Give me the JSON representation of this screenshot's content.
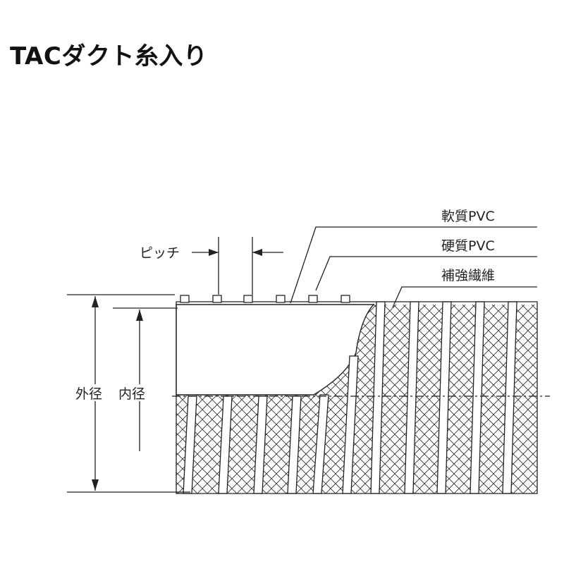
{
  "title": "TACダクト糸入り",
  "labels": {
    "soft_pvc": "軟質PVC",
    "hard_pvc": "硬質PVC",
    "fiber": "補強繊維",
    "pitch": "ピッチ",
    "outer_diameter": "外径",
    "inner_diameter": "内径"
  },
  "colors": {
    "ink": "#222222",
    "background": "#ffffff"
  }
}
